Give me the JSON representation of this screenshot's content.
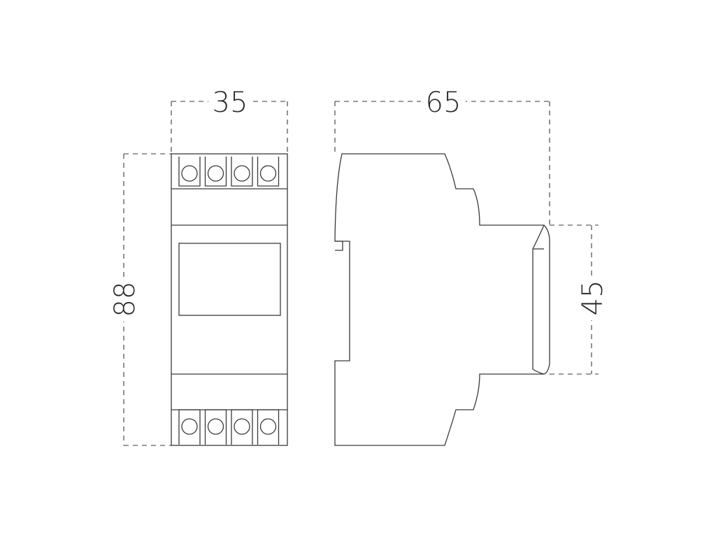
{
  "dimensions": {
    "front_width": "35",
    "side_depth": "65",
    "height": "88",
    "front_protrusion_height": "45"
  },
  "terminals": {
    "top_count": 4,
    "bottom_count": 4
  },
  "colors": {
    "line": "#3a3a3a",
    "text": "#2a2a2a",
    "background": "#ffffff"
  }
}
